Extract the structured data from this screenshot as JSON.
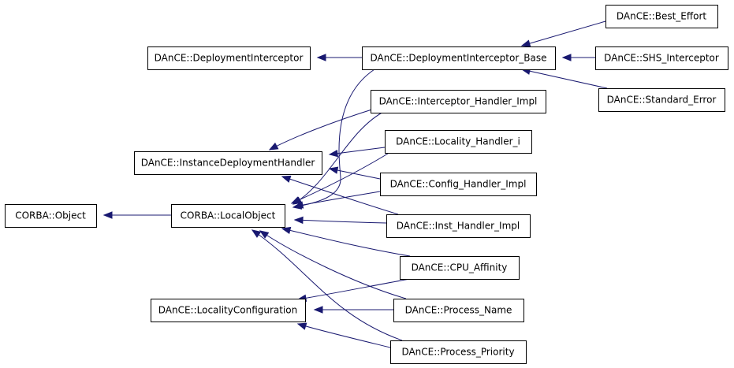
{
  "diagram": {
    "nodes": [
      {
        "id": "corba-object",
        "label": "CORBA::Object"
      },
      {
        "id": "corba-localobject",
        "label": "CORBA::LocalObject"
      },
      {
        "id": "instance-deployment-handler",
        "label": "DAnCE::InstanceDeploymentHandler"
      },
      {
        "id": "locality-configuration",
        "label": "DAnCE::LocalityConfiguration"
      },
      {
        "id": "deployment-interceptor",
        "label": "DAnCE::DeploymentInterceptor"
      },
      {
        "id": "deployment-interceptor-base",
        "label": "DAnCE::DeploymentInterceptor_Base"
      },
      {
        "id": "best-effort",
        "label": "DAnCE::Best_Effort"
      },
      {
        "id": "shs-interceptor",
        "label": "DAnCE::SHS_Interceptor"
      },
      {
        "id": "standard-error",
        "label": "DAnCE::Standard_Error"
      },
      {
        "id": "interceptor-handler-impl",
        "label": "DAnCE::Interceptor_Handler_Impl"
      },
      {
        "id": "locality-handler-i",
        "label": "DAnCE::Locality_Handler_i"
      },
      {
        "id": "config-handler-impl",
        "label": "DAnCE::Config_Handler_Impl"
      },
      {
        "id": "inst-handler-impl",
        "label": "DAnCE::Inst_Handler_Impl"
      },
      {
        "id": "cpu-affinity",
        "label": "DAnCE::CPU_Affinity"
      },
      {
        "id": "process-name",
        "label": "DAnCE::Process_Name"
      },
      {
        "id": "process-priority",
        "label": "DAnCE::Process_Priority"
      }
    ],
    "edges": [
      {
        "from": "corba-localobject",
        "to": "corba-object"
      },
      {
        "from": "deployment-interceptor-base",
        "to": "deployment-interceptor"
      },
      {
        "from": "best-effort",
        "to": "deployment-interceptor-base"
      },
      {
        "from": "shs-interceptor",
        "to": "deployment-interceptor-base"
      },
      {
        "from": "standard-error",
        "to": "deployment-interceptor-base"
      },
      {
        "from": "deployment-interceptor-base",
        "to": "corba-localobject"
      },
      {
        "from": "interceptor-handler-impl",
        "to": "instance-deployment-handler"
      },
      {
        "from": "interceptor-handler-impl",
        "to": "corba-localobject"
      },
      {
        "from": "locality-handler-i",
        "to": "instance-deployment-handler"
      },
      {
        "from": "locality-handler-i",
        "to": "corba-localobject"
      },
      {
        "from": "config-handler-impl",
        "to": "instance-deployment-handler"
      },
      {
        "from": "config-handler-impl",
        "to": "corba-localobject"
      },
      {
        "from": "inst-handler-impl",
        "to": "instance-deployment-handler"
      },
      {
        "from": "inst-handler-impl",
        "to": "corba-localobject"
      },
      {
        "from": "cpu-affinity",
        "to": "corba-localobject"
      },
      {
        "from": "cpu-affinity",
        "to": "locality-configuration"
      },
      {
        "from": "process-name",
        "to": "corba-localobject"
      },
      {
        "from": "process-name",
        "to": "locality-configuration"
      },
      {
        "from": "process-priority",
        "to": "corba-localobject"
      },
      {
        "from": "process-priority",
        "to": "locality-configuration"
      }
    ],
    "colors": {
      "edge": "#191970",
      "node_border": "#000000",
      "node_fill": "#ffffff"
    }
  }
}
